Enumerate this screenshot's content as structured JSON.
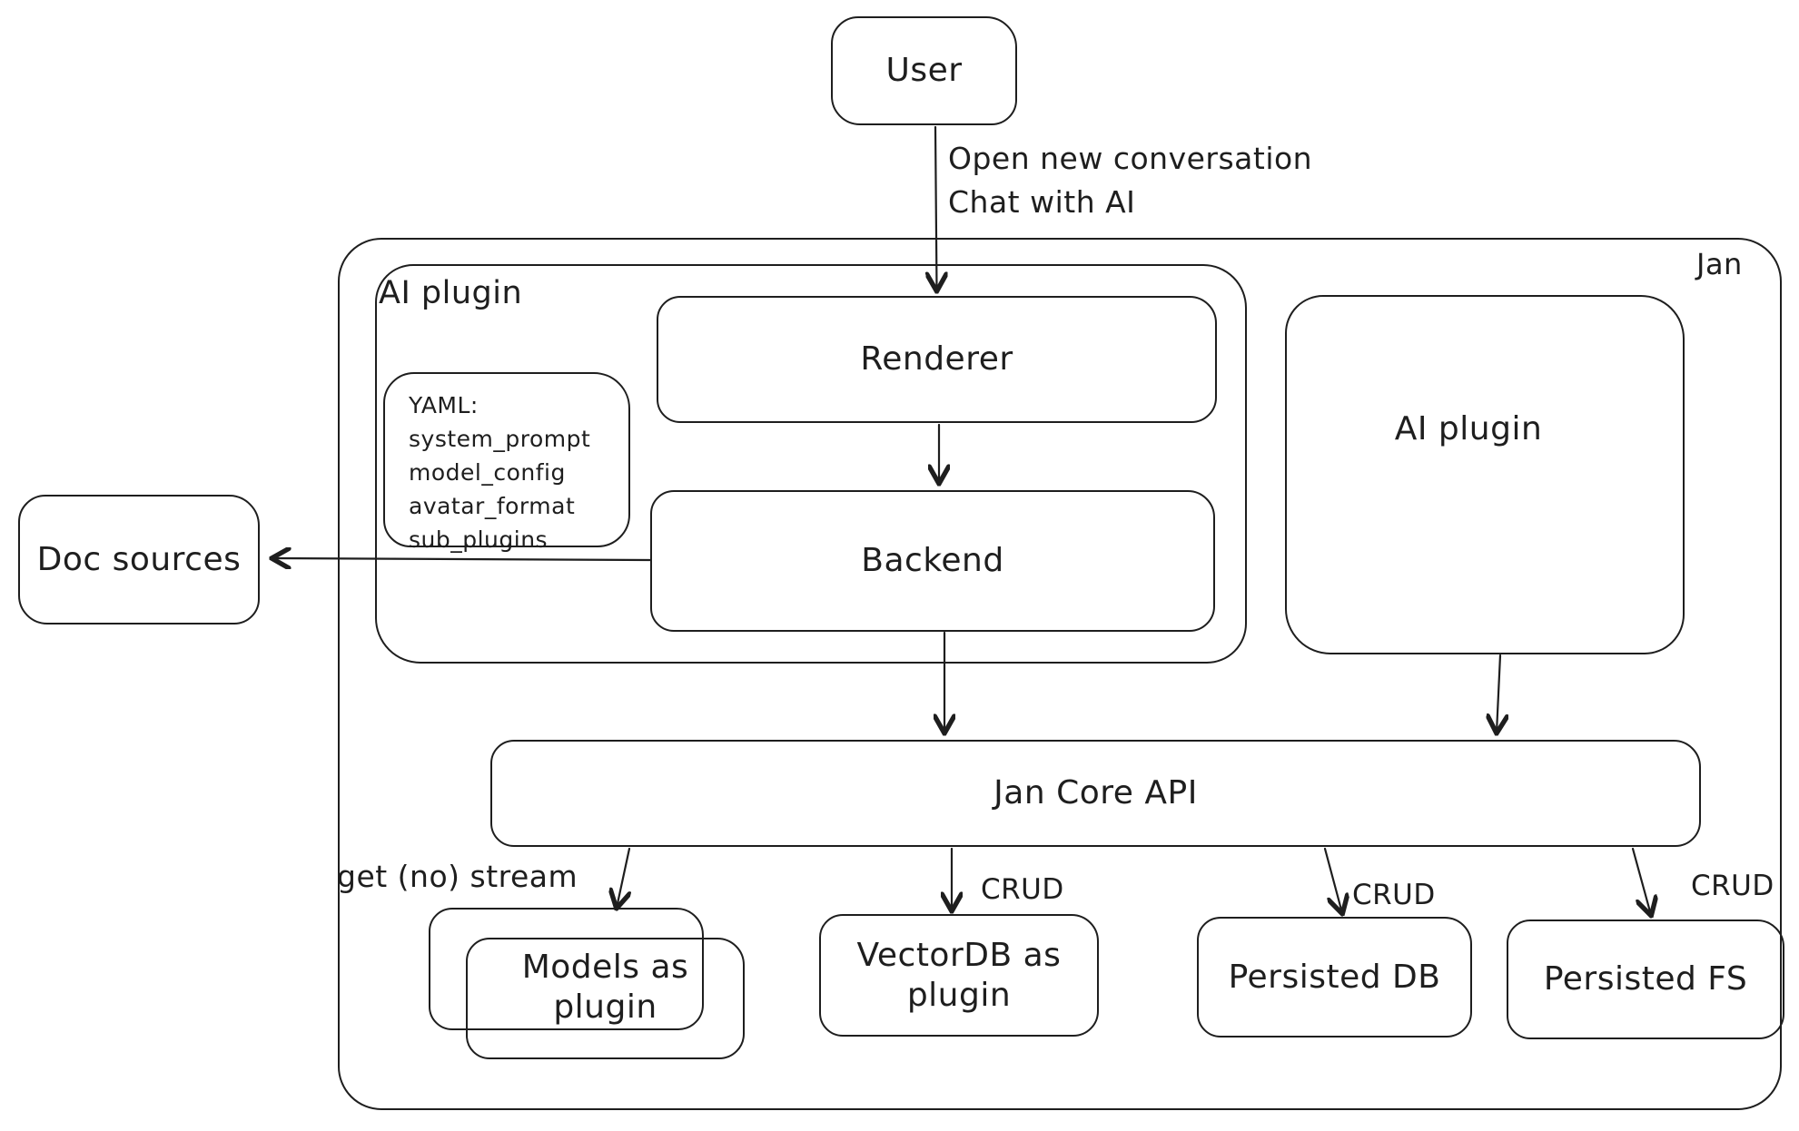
{
  "colors": {
    "stroke": "#1e1e1e",
    "background": "#ffffff"
  },
  "nodes": {
    "user": "User",
    "jan_container": "Jan",
    "ai_plugin_container": "AI plugin",
    "yaml_note": [
      "YAML:",
      "system_prompt",
      "model_config",
      "avatar_format",
      "sub_plugins"
    ],
    "renderer": "Renderer",
    "backend": "Backend",
    "ai_plugin_box": "AI plugin",
    "doc_sources": "Doc sources",
    "core_api": "Jan Core API",
    "models_line1": "Models as",
    "models_line2": "plugin",
    "vectordb_line1": "VectorDB as",
    "vectordb_line2": "plugin",
    "persisted_db": "Persisted DB",
    "persisted_fs": "Persisted FS"
  },
  "edge_labels": {
    "user_edge_line1": "Open new conversation",
    "user_edge_line2": "Chat with AI",
    "get_stream": "get (no) stream",
    "crud_vectordb": "CRUD",
    "crud_persisted_db": "CRUD",
    "crud_persisted_fs": "CRUD"
  }
}
